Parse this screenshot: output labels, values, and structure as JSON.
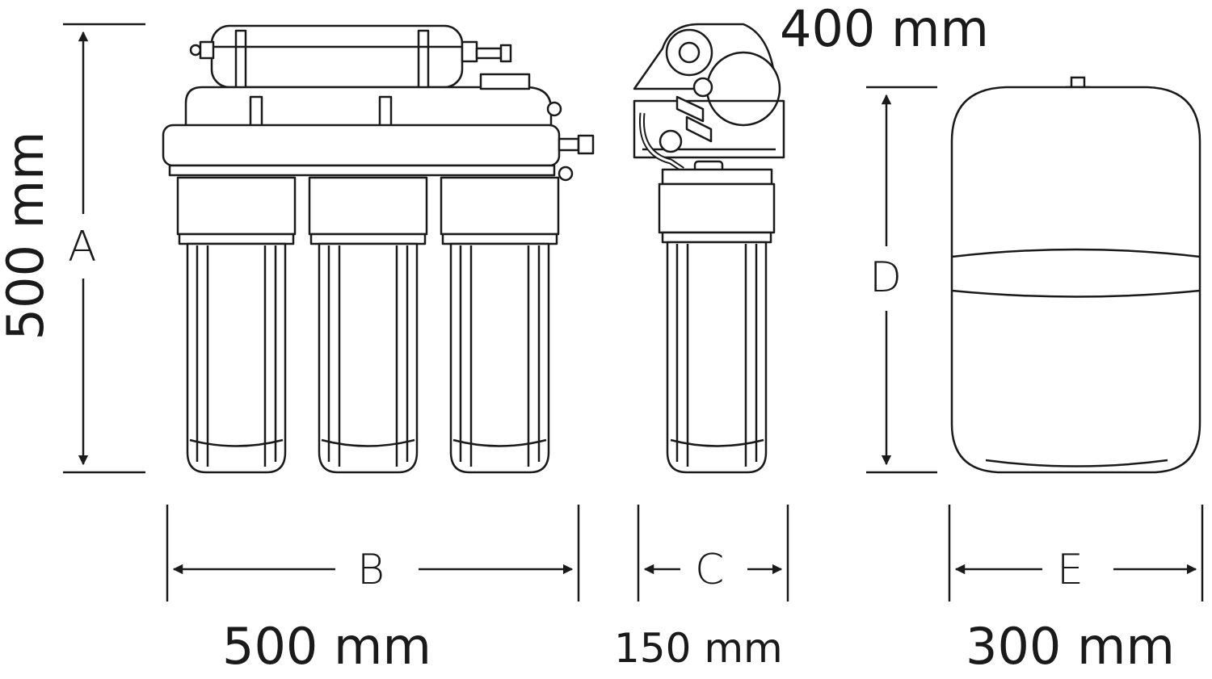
{
  "dimensions": {
    "height_filter": {
      "letter": "A",
      "value": "500 mm"
    },
    "width_filter": {
      "letter": "B",
      "value": "500 mm"
    },
    "depth_filter": {
      "letter": "C",
      "value": "150 mm"
    },
    "height_tank": {
      "letter": "D",
      "value": "400 mm"
    },
    "width_tank": {
      "letter": "E",
      "value": "300 mm"
    }
  },
  "colors": {
    "line": "#1a1a1a",
    "fill": "#ffffff"
  },
  "icons": [
    "filter-unit-front-icon",
    "filter-unit-side-icon",
    "pressure-tank-icon"
  ]
}
